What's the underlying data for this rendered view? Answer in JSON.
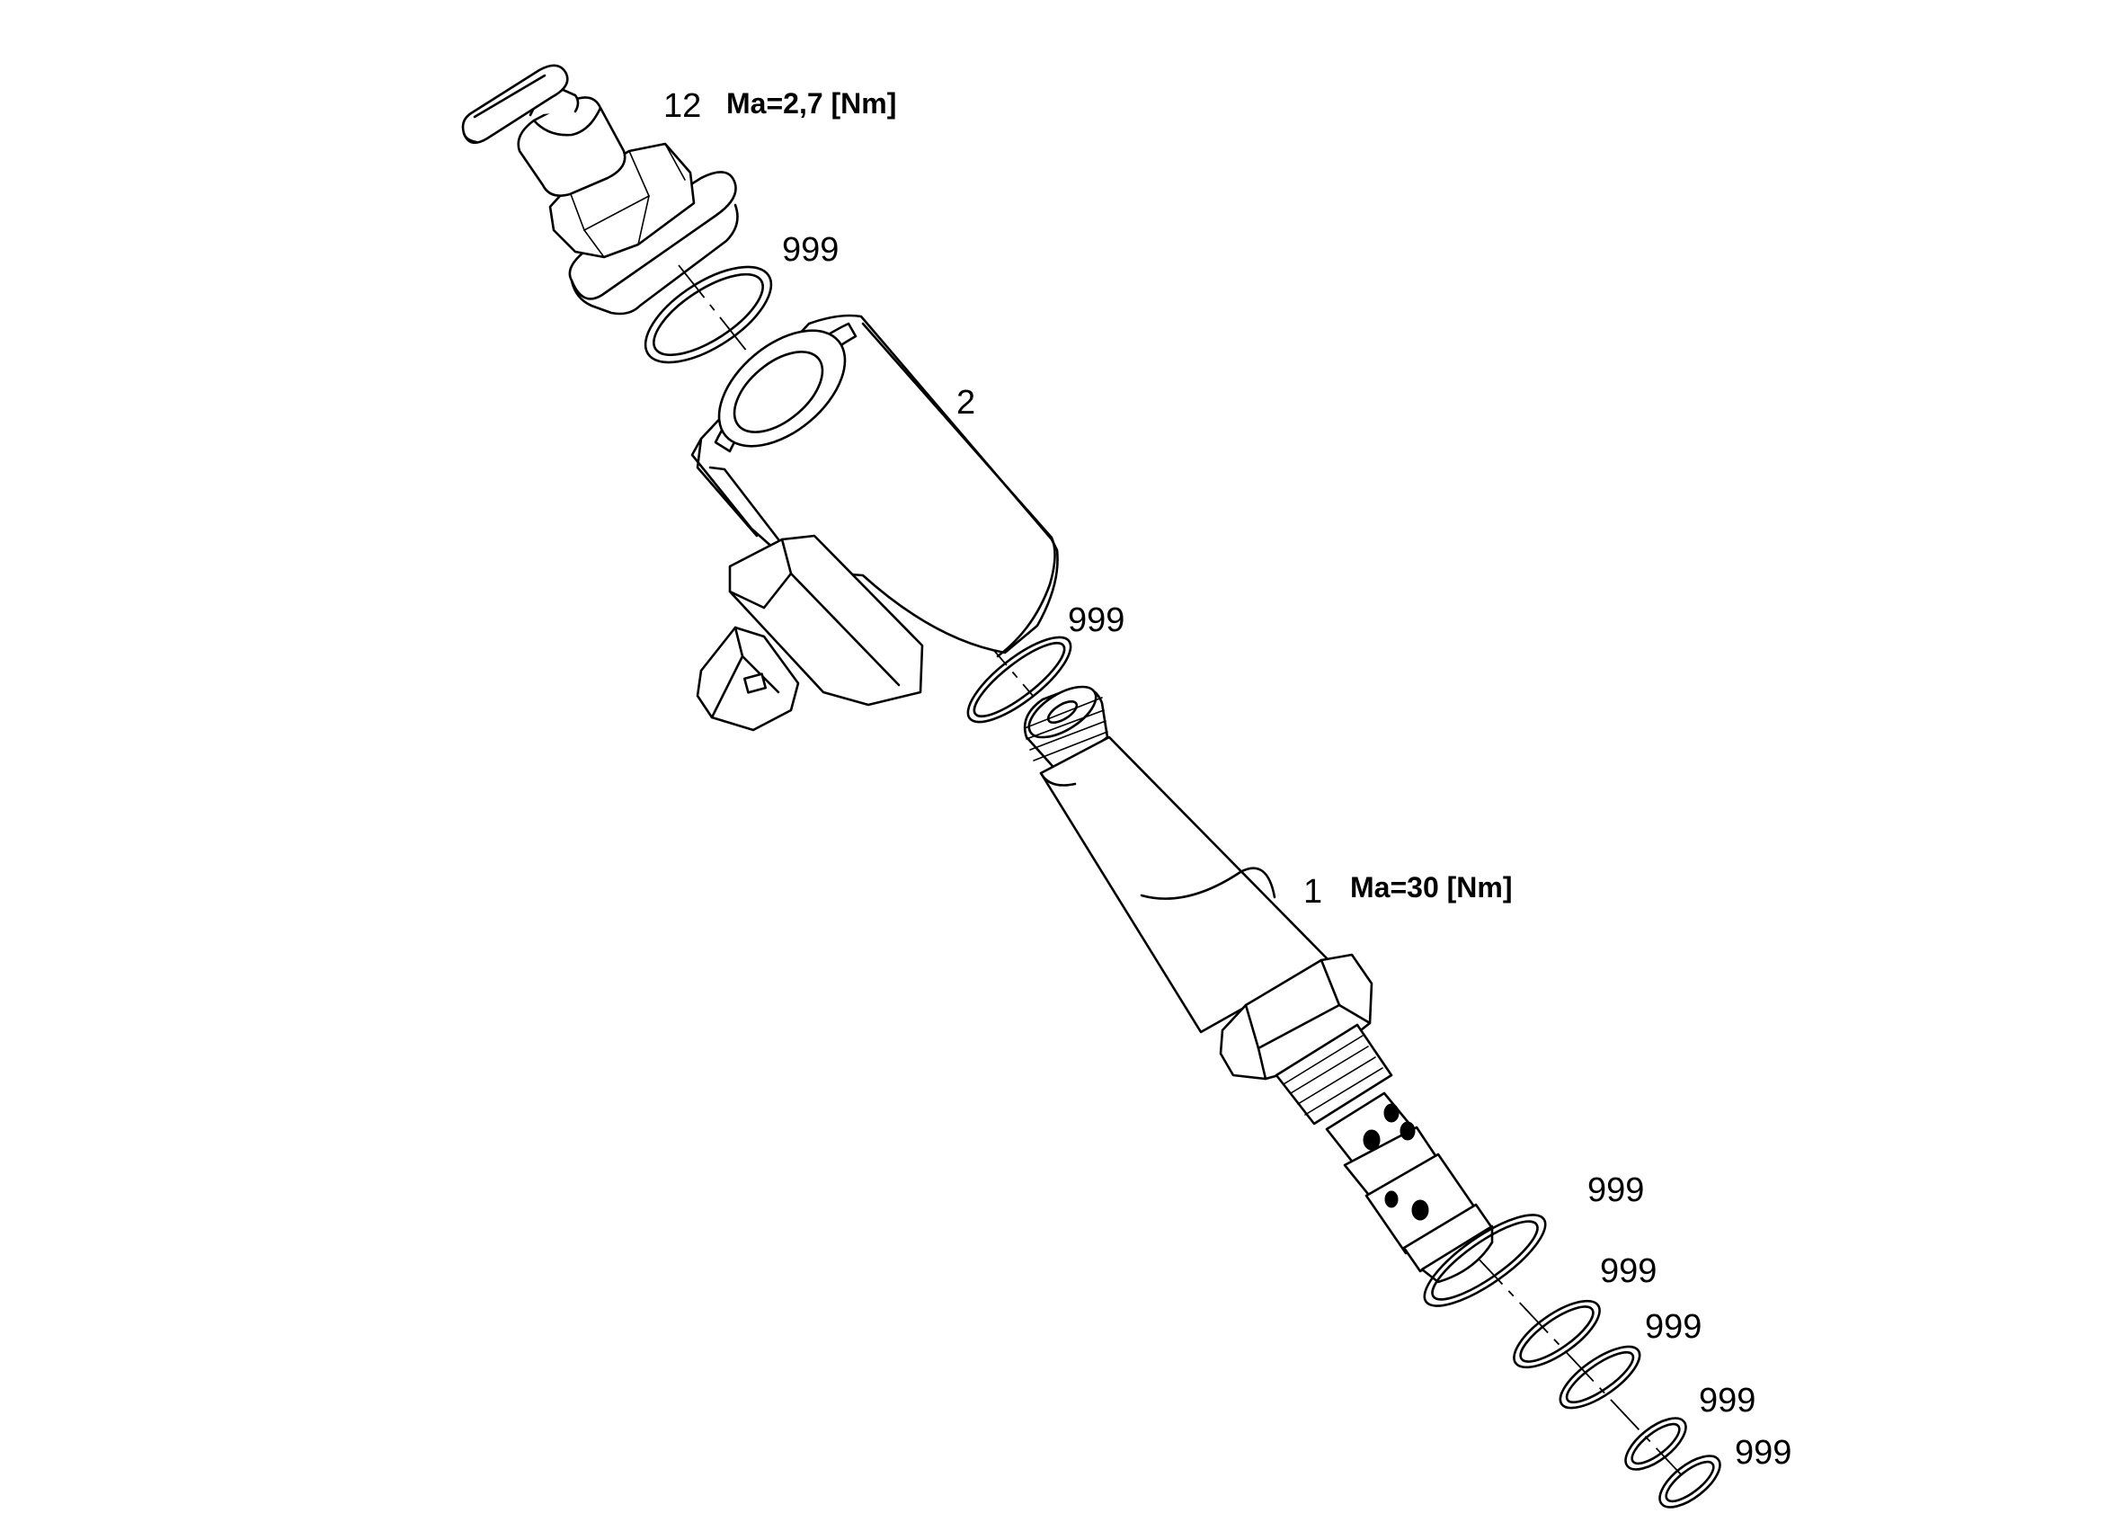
{
  "diagram": {
    "labels": {
      "part_12": "12",
      "part_12_torque": "Ma=2,7 [Nm]",
      "part_2": "2",
      "part_1": "1",
      "part_1_torque": "Ma=30 [Nm]",
      "oring_1": "999",
      "oring_2": "999",
      "oring_3": "999",
      "oring_4": "999",
      "oring_5": "999",
      "oring_6": "999",
      "oring_7": "999"
    },
    "colors": {
      "line": "#000000",
      "background": "#ffffff"
    }
  }
}
